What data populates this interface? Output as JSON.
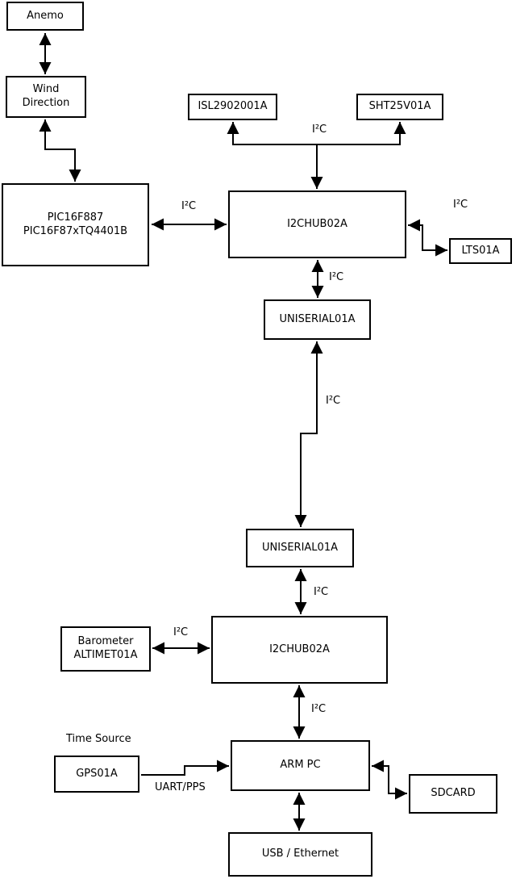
{
  "diagram": {
    "background": "#ffffff",
    "line_color": "#000000",
    "nodes": {
      "anemo": {
        "label": "Anemo"
      },
      "wind_direction": {
        "line1": "Wind",
        "line2": "Direction"
      },
      "pic": {
        "line1": "PIC16F887",
        "line2": "PIC16F87xTQ4401B"
      },
      "isl": {
        "label": "ISL2902001A"
      },
      "sht": {
        "label": "SHT25V01A"
      },
      "i2c_hub_top": {
        "label": "I2CHUB02A"
      },
      "lts": {
        "label": "LTS01A"
      },
      "uniserial_top": {
        "label": "UNISERIAL01A"
      },
      "uniserial_bottom": {
        "label": "UNISERIAL01A"
      },
      "i2c_hub_bottom": {
        "label": "I2CHUB02A"
      },
      "barometer": {
        "line1": "Barometer",
        "line2": "ALTIMET01A"
      },
      "arm_pc": {
        "label": "ARM PC"
      },
      "gps": {
        "label": "GPS01A"
      },
      "sdcard": {
        "label": "SDCARD"
      },
      "usb_ethernet": {
        "label": "USB / Ethernet"
      }
    },
    "edge_labels": {
      "i2c": "I²C",
      "uart_pps": "UART/PPS",
      "time_source": "Time Source"
    }
  }
}
